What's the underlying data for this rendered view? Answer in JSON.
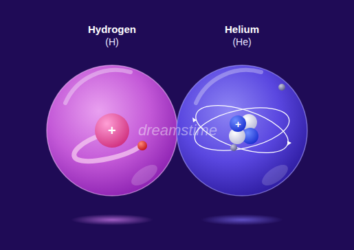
{
  "diagram": {
    "nodes": [
      {
        "text": [
          "Hydrogen",
          "(H)"
        ]
      },
      {
        "text": [
          "Helium",
          "(He)"
        ]
      }
    ],
    "labels": [
      "+",
      "+",
      "dreamstime"
    ]
  }
}
